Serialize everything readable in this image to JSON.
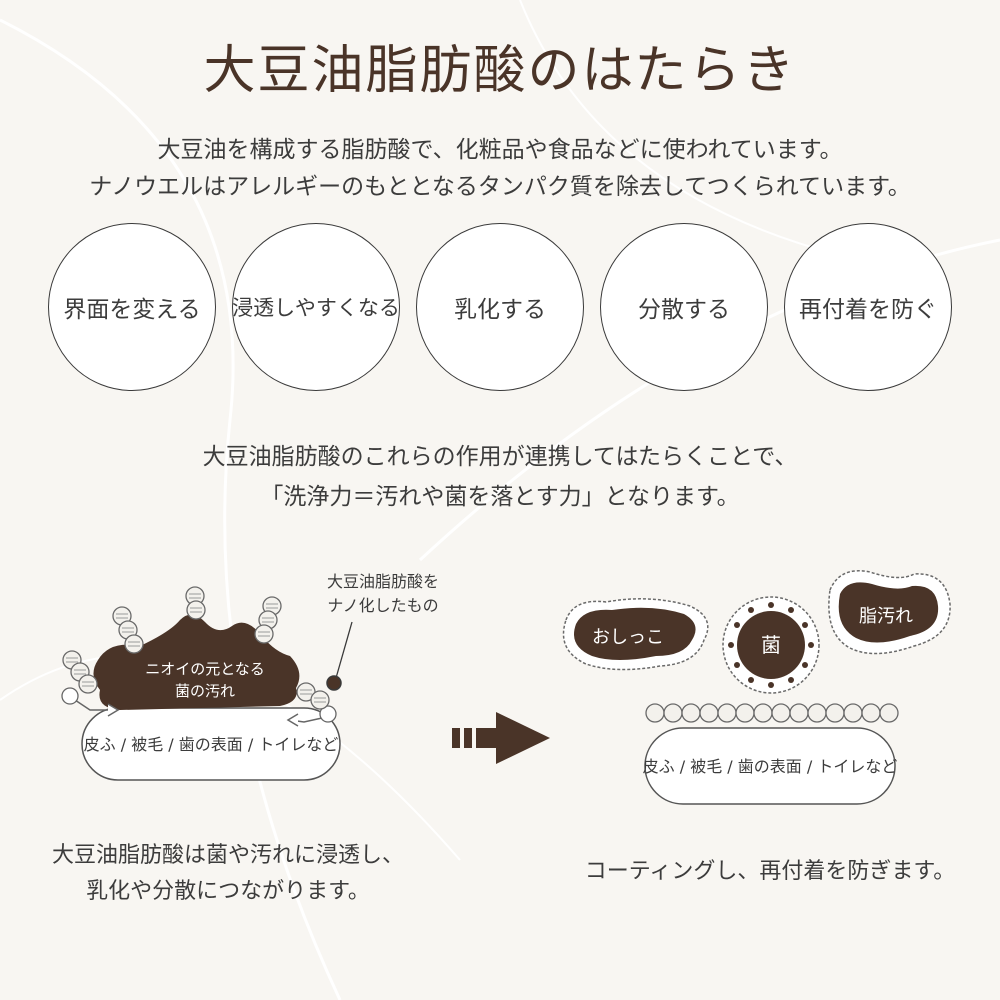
{
  "title": "大豆油脂肪酸のはたらき",
  "intro": {
    "line1": "大豆油を構成する脂肪酸で、化粧品や食品などに使われています。",
    "line2": "ナノウエルはアレルギーのもととなるタンパク質を除去してつくられています。"
  },
  "functions": [
    {
      "label": "界面を変える"
    },
    {
      "label": "浸透しやすくなる"
    },
    {
      "label": "乳化する"
    },
    {
      "label": "分散する"
    },
    {
      "label": "再付着を防ぐ"
    }
  ],
  "middle": {
    "line1": "大豆油脂肪酸のこれらの作用が連携してはたらくことで、",
    "line2": "「洗浄力＝汚れや菌を落とす力」となります。"
  },
  "left_diagram": {
    "nano_label_line1": "大豆油脂肪酸を",
    "nano_label_line2": "ナノ化したもの",
    "dirt_label_line1": "ニオイの元となる",
    "dirt_label_line2": "菌の汚れ",
    "surface_label": "皮ふ / 被毛 / 歯の表面 / トイレなど"
  },
  "right_diagram": {
    "blob1_label": "おしっこ",
    "blob2_label": "菌",
    "blob3_label": "脂汚れ",
    "surface_label": "皮ふ / 被毛 / 歯の表面 / トイレなど"
  },
  "captions": {
    "left_line1": "大豆油脂肪酸は菌や汚れに浸透し、",
    "left_line2": "乳化や分散につながります。",
    "right": "コーティングし、再付着を防ぎます。"
  },
  "colors": {
    "background": "#f8f6f2",
    "brown": "#4a3428",
    "text": "#3c3c3c"
  }
}
